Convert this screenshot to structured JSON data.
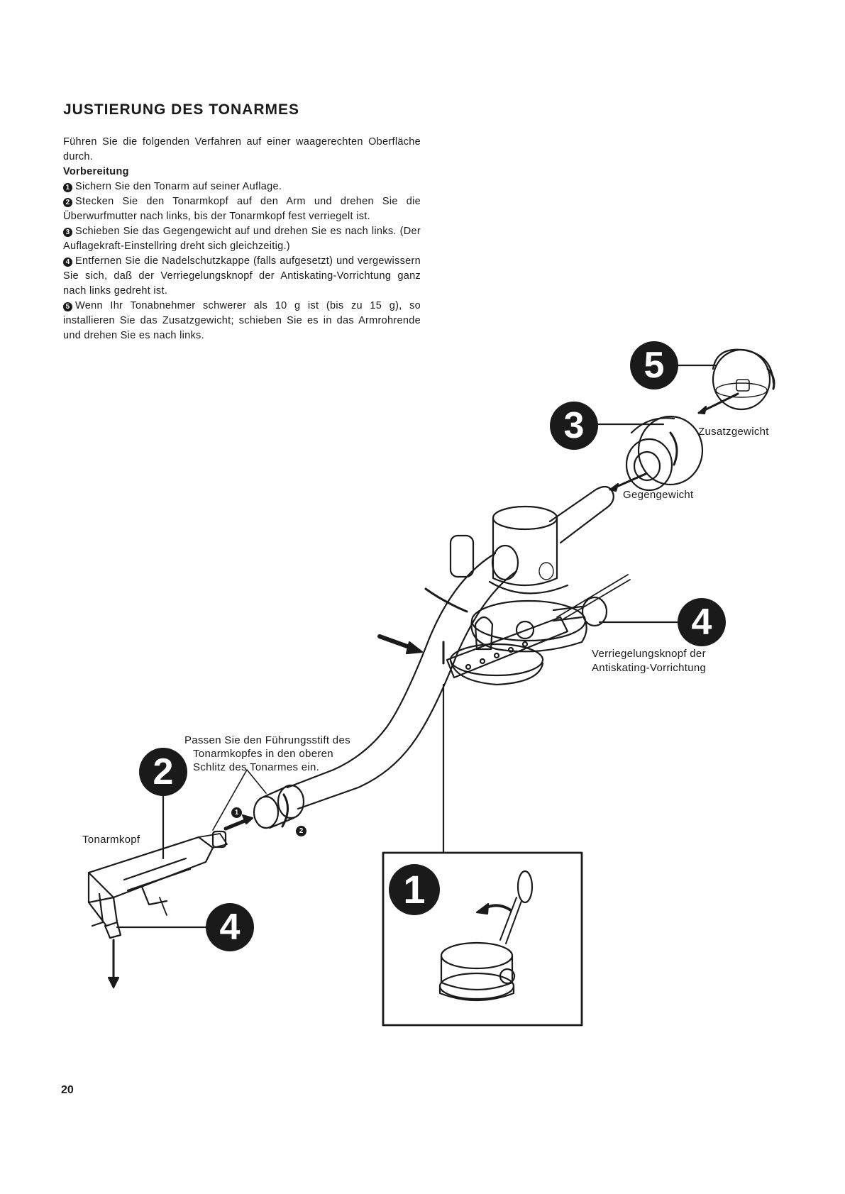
{
  "heading": "JUSTIERUNG DES TONARMES",
  "intro": "Führen Sie die folgenden Verfahren auf einer waagerechten Oberfläche durch.",
  "subheading": "Vorbereitung",
  "steps": [
    {
      "num": "1",
      "text": "Sichern Sie den Tonarm auf seiner Auflage."
    },
    {
      "num": "2",
      "text": "Stecken Sie den Tonarmkopf auf den Arm und drehen Sie die Überwurfmutter nach links, bis der Tonarmkopf fest verriegelt ist."
    },
    {
      "num": "3",
      "text": "Schieben Sie das Gegengewicht auf und drehen Sie es nach links. (Der Auflagekraft-Einstellring dreht sich gleichzeitig.)"
    },
    {
      "num": "4",
      "text": "Entfernen Sie die Nadelschutzkappe (falls aufgesetzt) und vergewissern Sie sich, daß der Verriegelungsknopf der Antiskating-Vorrichtung ganz nach links gedreht ist."
    },
    {
      "num": "5",
      "text": "Wenn Ihr Tonabnehmer schwerer als 10 g ist (bis zu 15 g), so installieren Sie das Zusatzgewicht; schieben Sie es in das Armrohrende und drehen Sie es nach links."
    }
  ],
  "labels": {
    "zusatzgewicht": "Zusatzgewicht",
    "gegengewicht": "Gegengewicht",
    "antiskating_line1": "Verriegelungsknopf der",
    "antiskating_line2": "Antiskating-Vorrichtung",
    "guide_line1": "Passen Sie den Führungsstift des",
    "guide_line2": "Tonarmkopfes in den oberen",
    "guide_line3": "Schlitz des Tonarmes ein.",
    "tonarmkopf": "Tonarmkopf"
  },
  "badges": {
    "five": "5",
    "three": "3",
    "four_right": "4",
    "two": "2",
    "four_left": "4",
    "one": "1",
    "small_one": "1",
    "small_two": "2"
  },
  "page_number": "20"
}
